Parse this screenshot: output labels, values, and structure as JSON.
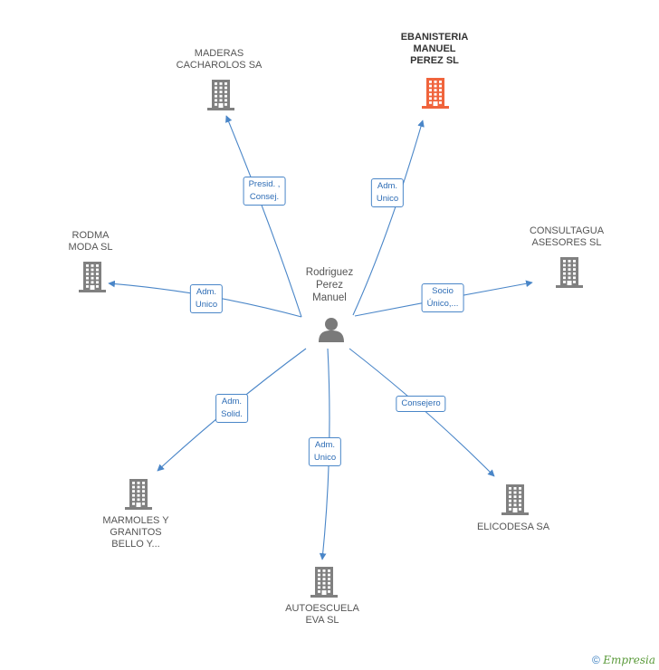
{
  "colors": {
    "edge": "#4a86c8",
    "building": "#808080",
    "building_highlight": "#f0643c",
    "person": "#7a7a7a"
  },
  "center": {
    "name": "Rodriguez\nPerez\nManuel",
    "icon": "person-icon"
  },
  "companies": [
    {
      "id": "maderas",
      "name": "MADERAS\nCACHAROLOS SA",
      "icon": "building-icon",
      "highlight": false,
      "relation": "Presid. ,\nConsej."
    },
    {
      "id": "ebanisteria",
      "name": "EBANISTERIA\nMANUEL\nPEREZ SL",
      "icon": "building-icon",
      "highlight": true,
      "relation": "Adm.\nUnico"
    },
    {
      "id": "rodma",
      "name": "RODMA\nMODA SL",
      "icon": "building-icon",
      "highlight": false,
      "relation": "Adm.\nUnico"
    },
    {
      "id": "consultagua",
      "name": "CONSULTAGUA\nASESORES  SL",
      "icon": "building-icon",
      "highlight": false,
      "relation": "Socio\nÚnico,..."
    },
    {
      "id": "marmoles",
      "name": "MARMOLES Y\nGRANITOS\nBELLO Y...",
      "icon": "building-icon",
      "highlight": false,
      "relation": "Adm.\nSolid."
    },
    {
      "id": "autoescuela",
      "name": "AUTOESCUELA\nEVA SL",
      "icon": "building-icon",
      "highlight": false,
      "relation": "Adm.\nUnico"
    },
    {
      "id": "elicodesa",
      "name": "ELICODESA SA",
      "icon": "building-icon",
      "highlight": false,
      "relation": "Consejero"
    }
  ],
  "footer": {
    "copyright": "©",
    "brand": "Empresia"
  }
}
